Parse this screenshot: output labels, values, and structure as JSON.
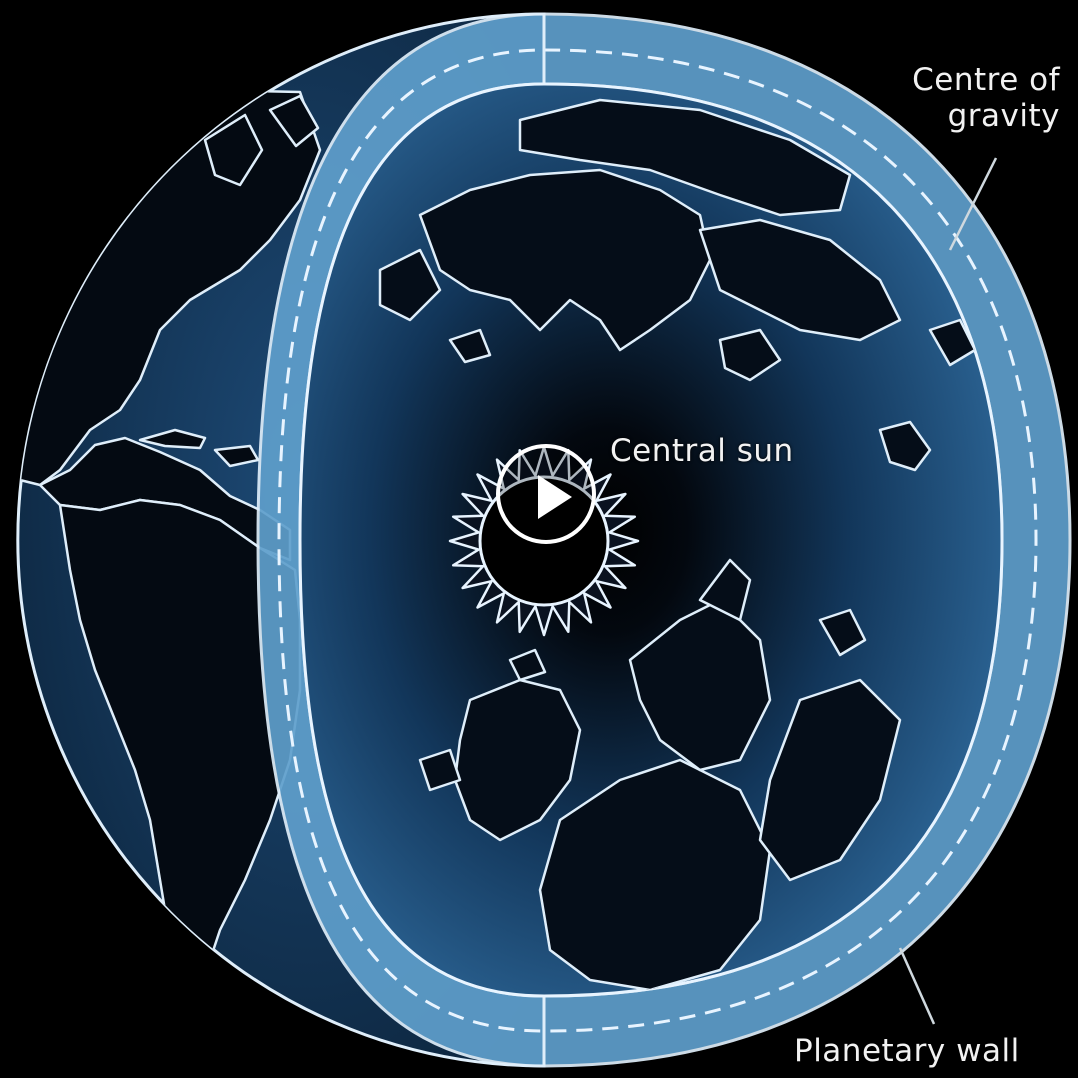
{
  "labels": {
    "centre_of_gravity_line1": "Centre of",
    "centre_of_gravity_line2": "gravity",
    "central_sun": "Central sun",
    "planetary_wall": "Planetary wall"
  },
  "icons": {
    "play": "play-icon",
    "sun": "sun-icon"
  },
  "colors": {
    "background": "#000000",
    "outline": "#dfeefa",
    "globe_blue": "#2b5a86",
    "wall_blue": "#5f9fcc",
    "dash": "#e8f4ff"
  }
}
